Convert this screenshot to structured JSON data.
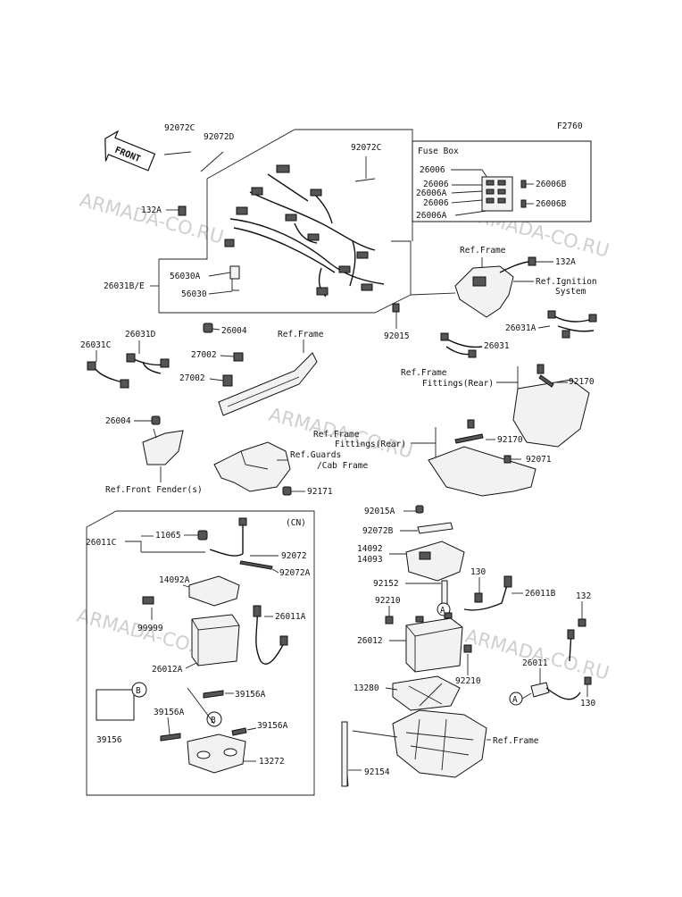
{
  "diagram": {
    "code": "F2760",
    "front_arrow": "FRONT",
    "fuse_box_title": "Fuse Box",
    "cn_label": "(CN)",
    "callout_a": "A",
    "callout_b": "B",
    "watermark": "ARMADA-CO.RU",
    "refs": {
      "ref_frame_1": "Ref.Frame",
      "ref_ignition_1": "Ref.Ignition",
      "ref_ignition_2": "System",
      "ref_frame_2": "Ref.Frame",
      "ref_frame_fittings_1a": "Ref.Frame",
      "ref_frame_fittings_1b": "Fittings(Rear)",
      "ref_frame_fittings_2a": "Ref.Frame",
      "ref_frame_fittings_2b": "Fittings(Rear)",
      "ref_guards_a": "Ref.Guards",
      "ref_guards_b": "/Cab Frame",
      "ref_front_fender": "Ref.Front Fender(s)",
      "ref_frame_3": "Ref.Frame"
    },
    "parts": {
      "p92072C_a": "92072C",
      "p92072D": "92072D",
      "p92072C_b": "92072C",
      "p132A_a": "132A",
      "p56030A": "56030A",
      "p26031BE": "26031B/E",
      "p56030": "56030",
      "p26004_a": "26004",
      "p92015": "92015",
      "fb_26006_a": "26006",
      "fb_26006_b": "26006",
      "fb_26006A_a": "26006A",
      "fb_26006_c": "26006",
      "fb_26006A_b": "26006A",
      "fb_26006B_a": "26006B",
      "fb_26006B_b": "26006B",
      "p132A_b": "132A",
      "p26031A": "26031A",
      "p26031": "26031",
      "p26031C": "26031C",
      "p26031D": "26031D",
      "p27002_a": "27002",
      "p27002_b": "27002",
      "p92170_a": "92170",
      "p26004_b": "26004",
      "p92170_b": "92170",
      "p92071": "92071",
      "p92171": "92171",
      "p92015A": "92015A",
      "p92072B": "92072B",
      "p14092": "14092",
      "p14093": "14093",
      "p130_a": "130",
      "p92152": "92152",
      "p26011B": "26011B",
      "p132": "132",
      "p92210_a": "92210",
      "p26012": "26012",
      "p92210_b": "92210",
      "p26011": "26011",
      "p130_b": "130",
      "p13280": "13280",
      "p92154": "92154",
      "p26011C": "26011C",
      "p11065": "11065",
      "p92072": "92072",
      "p92072A": "92072A",
      "p14092A": "14092A",
      "p26011A": "26011A",
      "p99999": "99999",
      "p26012A": "26012A",
      "p39156A_a": "39156A",
      "p39156": "39156",
      "p39156A_b": "39156A",
      "p39156A_c": "39156A",
      "p13272": "13272"
    }
  }
}
